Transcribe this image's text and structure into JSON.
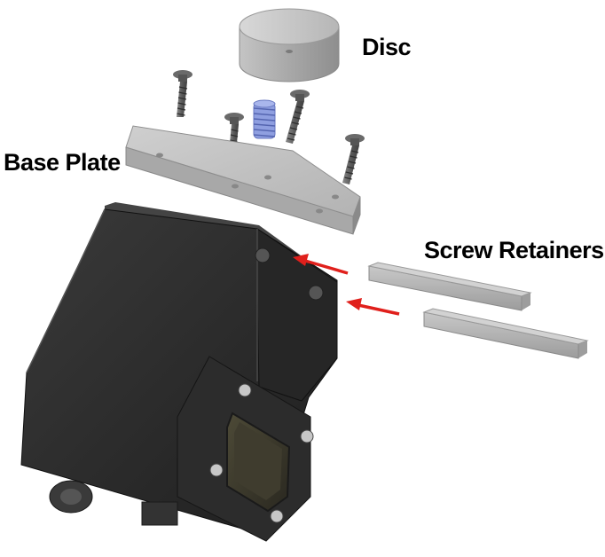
{
  "labels": {
    "disc": "Disc",
    "base_plate": "Base Plate",
    "screw_retainers": "Screw Retainers"
  },
  "colors": {
    "arrow": "#e0201c",
    "set_screw": "#8f9fe0",
    "motor_body": "#2e2e2e",
    "part_grey": "#b8b8b8"
  },
  "icons": {
    "disc": "cylinder-disc",
    "base_plate": "square-plate",
    "screws": "machine-screw",
    "set_screw": "grub-screw",
    "retainers": "rectangular-bar",
    "motor": "servo-motor-body",
    "arrows": "red-arrow"
  }
}
